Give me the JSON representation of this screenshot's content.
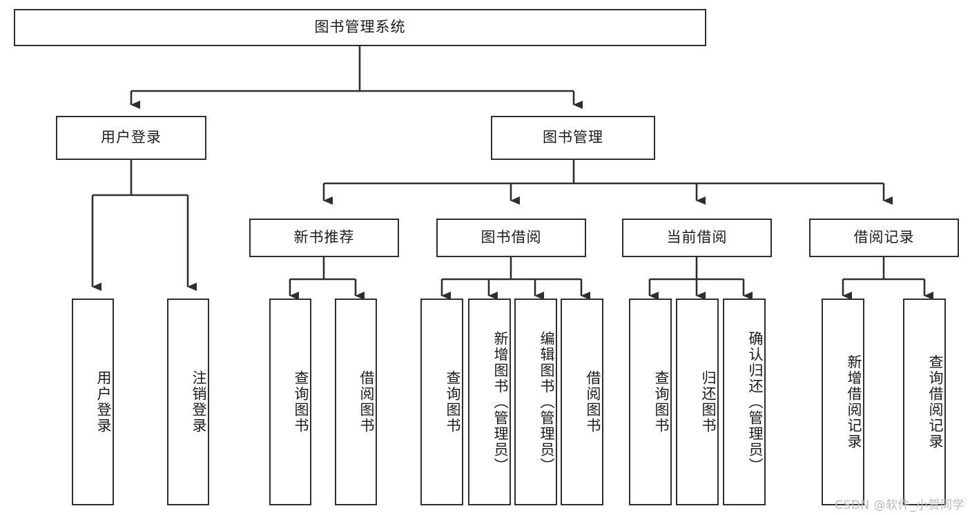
{
  "diagram": {
    "type": "tree-hierarchy-chart",
    "title_node": "图书管理系统",
    "orientation": "top-down",
    "line_color": "#2e2e2e",
    "box_fill": "#ffffff",
    "background": "#ffffff",
    "levels": 3,
    "nodes": {
      "root": {
        "label": "图书管理系统",
        "level": 0,
        "text_direction": "horizontal"
      },
      "l1": [
        {
          "label": "用户登录",
          "level": 1,
          "text_direction": "horizontal"
        },
        {
          "label": "图书管理",
          "level": 1,
          "text_direction": "horizontal"
        }
      ],
      "l2": [
        {
          "label": "新书推荐",
          "level": 2,
          "text_direction": "horizontal",
          "parent": "图书管理"
        },
        {
          "label": "图书借阅",
          "level": 2,
          "text_direction": "horizontal",
          "parent": "图书管理"
        },
        {
          "label": "当前借阅",
          "level": 2,
          "text_direction": "horizontal",
          "parent": "图书管理"
        },
        {
          "label": "借阅记录",
          "level": 2,
          "text_direction": "horizontal",
          "parent": "图书管理"
        }
      ],
      "leaves": {
        "user_login": [
          {
            "label": "用户登录",
            "text_direction": "vertical"
          },
          {
            "label": "注销登录",
            "text_direction": "vertical"
          }
        ],
        "new_book_recommend": [
          {
            "label": "查询图书",
            "text_direction": "vertical"
          },
          {
            "label": "借阅图书",
            "text_direction": "vertical"
          }
        ],
        "book_borrow": [
          {
            "label": "查询图书",
            "text_direction": "vertical"
          },
          {
            "label": "新增图书（管理员）",
            "text_direction": "vertical"
          },
          {
            "label": "编辑图书（管理员）",
            "text_direction": "vertical"
          },
          {
            "label": "借阅图书",
            "text_direction": "vertical"
          }
        ],
        "current_borrow": [
          {
            "label": "查询图书",
            "text_direction": "vertical"
          },
          {
            "label": "归还图书",
            "text_direction": "vertical"
          },
          {
            "label": "确认归还（管理员）",
            "text_direction": "vertical"
          }
        ],
        "borrow_record": [
          {
            "label": "新增借阅记录",
            "text_direction": "vertical"
          },
          {
            "label": "查询借阅记录",
            "text_direction": "vertical"
          }
        ]
      }
    }
  },
  "watermark": {
    "text": "CSDN @软件_小贺同学",
    "color": "#b9b9b9"
  }
}
